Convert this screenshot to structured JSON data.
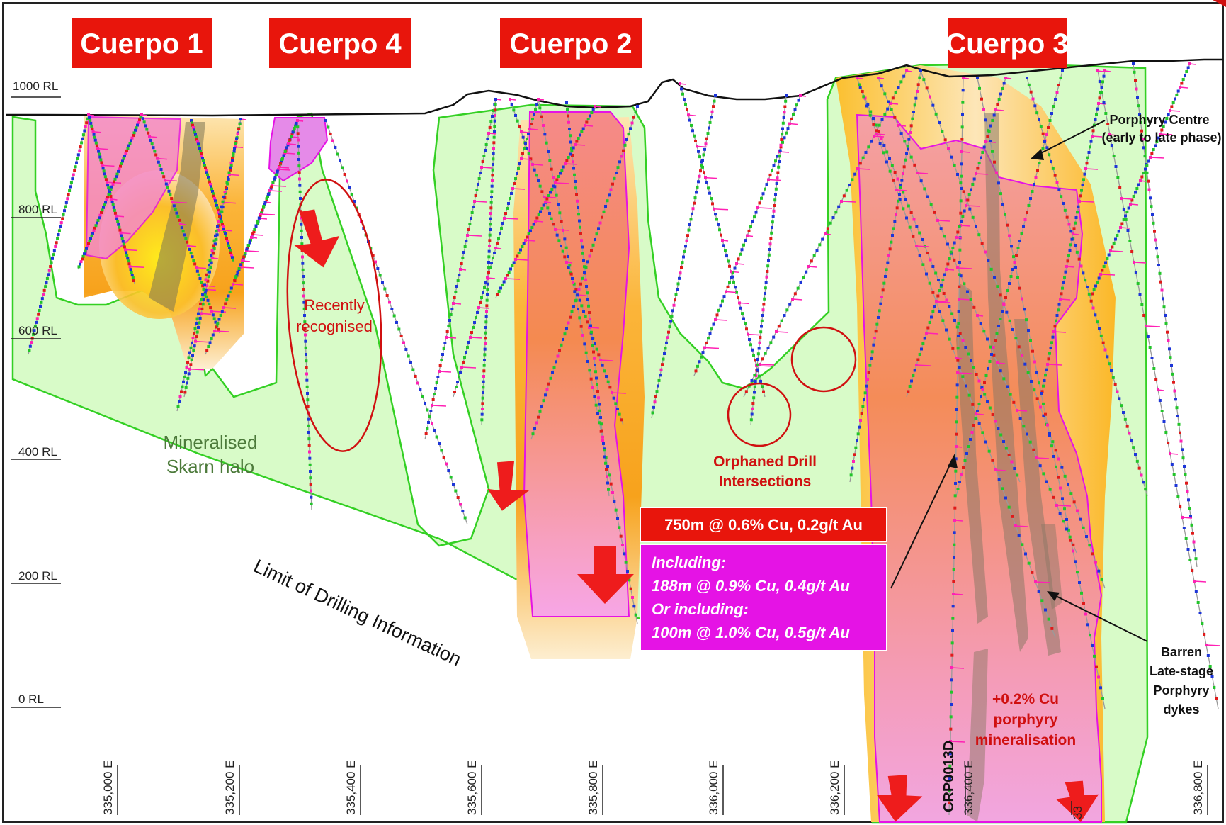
{
  "bodies": {
    "cuerpo1": "Cuerpo 1",
    "cuerpo4": "Cuerpo 4",
    "cuerpo2": "Cuerpo 2",
    "cuerpo3": "Cuerpo 3"
  },
  "rl_levels": [
    "1000 RL",
    "800 RL",
    "600 RL",
    "400 RL",
    "200 RL",
    "0 RL"
  ],
  "eastings": [
    "335,000 E",
    "335,200 E",
    "335,400 E",
    "335,600 E",
    "335,800 E",
    "336,000 E",
    "336,200 E",
    "336,400 E",
    "336,800 E"
  ],
  "annotations": {
    "recently_1": "Recently",
    "recently_2": "recognised",
    "skarn_1": "Mineralised",
    "skarn_2": "Skarn halo",
    "orphaned_1": "Orphaned Drill",
    "orphaned_2": "Intersections",
    "porphyry_centre_1": "Porphyry Centre",
    "porphyry_centre_2": "(early to late phase)",
    "limit": "Limit of Drilling Information",
    "barren_1": "Barren",
    "barren_2": "Late-stage",
    "barren_3": "Porphyry",
    "barren_4": "dykes",
    "cu_1": "+0.2% Cu",
    "cu_2": "porphyry",
    "cu_3": "mineralisation",
    "hole_id": "CRP0013D",
    "partial_easting": "33"
  },
  "result_box": {
    "headline": "750m @ 0.6% Cu, 0.2g/t Au",
    "line1": "Including:",
    "line2": "188m @ 0.9% Cu, 0.4g/t Au",
    "line3": "Or including:",
    "line4": "100m @ 1.0% Cu, 0.5g/t Au"
  },
  "colors": {
    "label_red": "#e8150c",
    "skarn_green": "#d8fbc8",
    "skarn_outline": "#34d024",
    "magenta": "#e513e5",
    "arrow_red": "#ee1c1c"
  }
}
